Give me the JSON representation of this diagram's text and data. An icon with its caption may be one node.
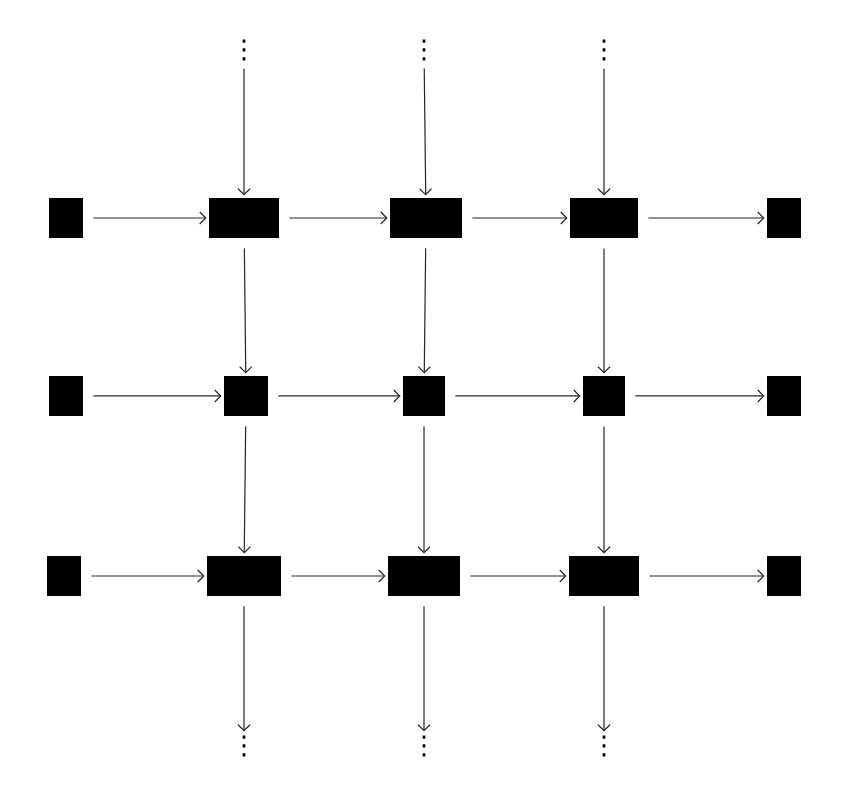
{
  "diagram": {
    "nodes": [
      {
        "text": [
          "⋮"
        ]
      },
      {
        "text": [
          "⋮"
        ]
      },
      {
        "text": [
          "⋮"
        ]
      },
      {
        "text": [],
        "shape": "box"
      },
      {
        "text": [],
        "shape": "box"
      },
      {
        "text": [],
        "shape": "box"
      },
      {
        "text": [],
        "shape": "box"
      },
      {
        "text": [],
        "shape": "box"
      },
      {
        "text": [],
        "shape": "box"
      },
      {
        "text": [],
        "shape": "box"
      },
      {
        "text": [],
        "shape": "box"
      },
      {
        "text": [],
        "shape": "box"
      },
      {
        "text": [],
        "shape": "box"
      },
      {
        "text": [],
        "shape": "box"
      },
      {
        "text": [],
        "shape": "box"
      },
      {
        "text": [],
        "shape": "box"
      },
      {
        "text": [],
        "shape": "box"
      },
      {
        "text": [],
        "shape": "box"
      },
      {
        "text": [
          "⋮"
        ]
      },
      {
        "text": [
          "⋮"
        ]
      },
      {
        "text": [
          "⋮"
        ]
      }
    ],
    "edges": [
      {
        "from": 0,
        "to": 4,
        "arrow": "to"
      },
      {
        "from": 1,
        "to": 5,
        "arrow": "to"
      },
      {
        "from": 2,
        "to": 6,
        "arrow": "to"
      },
      {
        "from": 3,
        "to": 4,
        "arrow": "to"
      },
      {
        "from": 4,
        "to": 5,
        "arrow": "to"
      },
      {
        "from": 5,
        "to": 6,
        "arrow": "to"
      },
      {
        "from": 6,
        "to": 7,
        "arrow": "to"
      },
      {
        "from": 4,
        "to": 9,
        "arrow": "to"
      },
      {
        "from": 5,
        "to": 10,
        "arrow": "to"
      },
      {
        "from": 6,
        "to": 11,
        "arrow": "to"
      },
      {
        "from": 8,
        "to": 9,
        "arrow": "to"
      },
      {
        "from": 9,
        "to": 10,
        "arrow": "to"
      },
      {
        "from": 10,
        "to": 11,
        "arrow": "to"
      },
      {
        "from": 11,
        "to": 12,
        "arrow": "to"
      },
      {
        "from": 9,
        "to": 14,
        "arrow": "to"
      },
      {
        "from": 10,
        "to": 15,
        "arrow": "to"
      },
      {
        "from": 11,
        "to": 16,
        "arrow": "to"
      },
      {
        "from": 13,
        "to": 14,
        "arrow": "to"
      },
      {
        "from": 14,
        "to": 15,
        "arrow": "to"
      },
      {
        "from": 15,
        "to": 16,
        "arrow": "to"
      },
      {
        "from": 16,
        "to": 17,
        "arrow": "to"
      },
      {
        "from": 14,
        "to": 18,
        "arrow": "to"
      },
      {
        "from": 15,
        "to": 19,
        "arrow": "to"
      },
      {
        "from": 16,
        "to": 20,
        "arrow": "to"
      }
    ]
  }
}
